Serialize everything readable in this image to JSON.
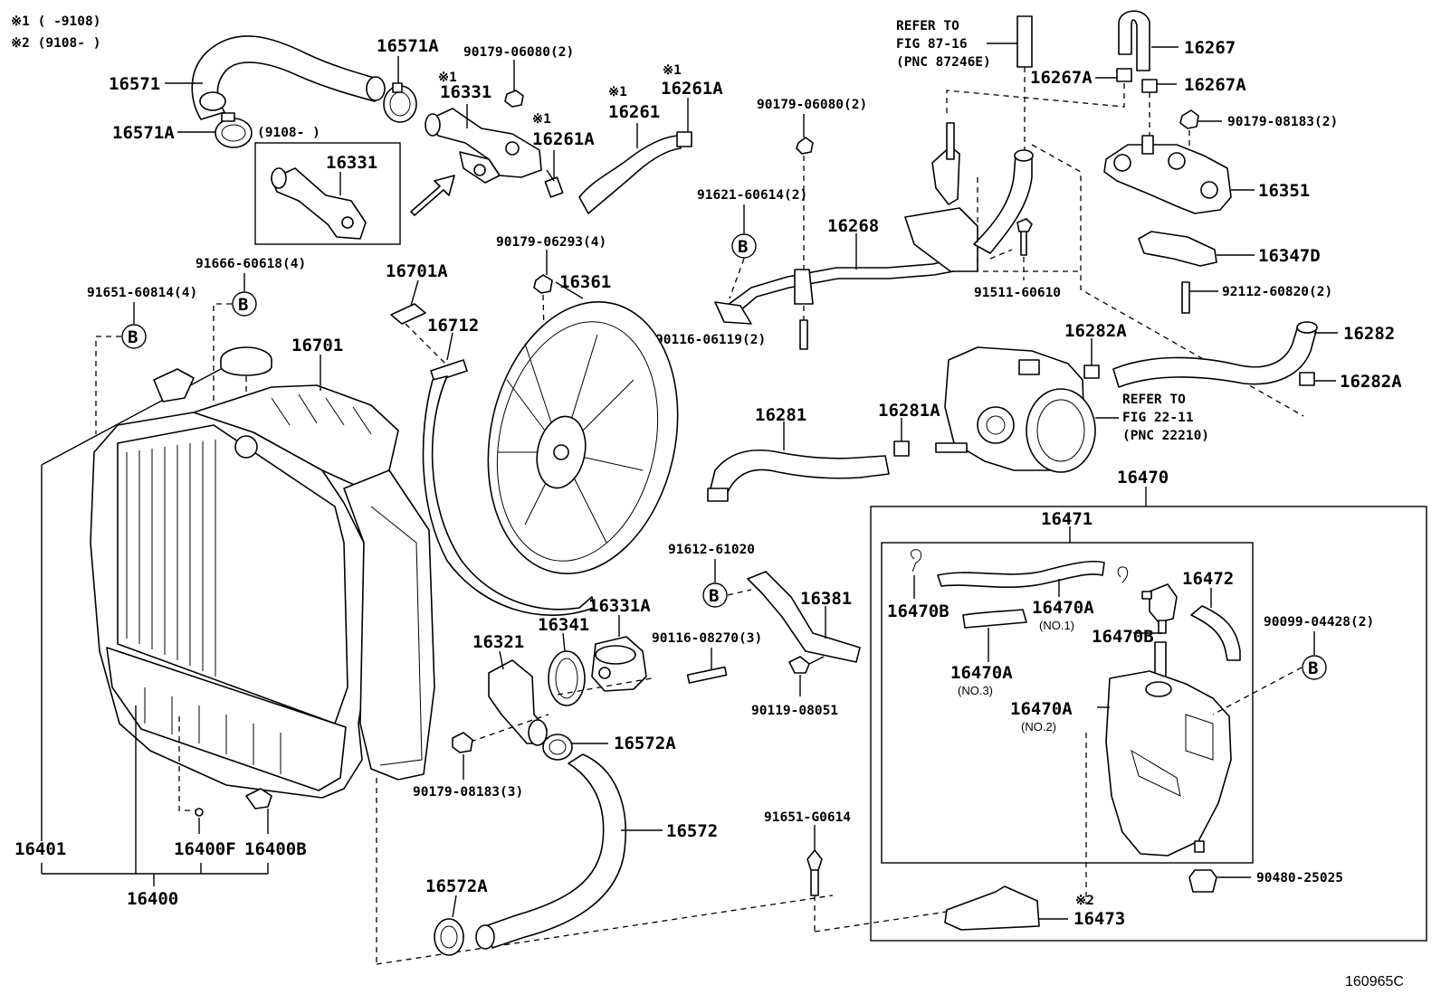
{
  "notes": {
    "n1": "※1 (     -9108)",
    "n2": "※2 (9108-     )"
  },
  "labels": {
    "p16571": "16571",
    "p16571A_top": "16571A",
    "p16571A_left": "16571A",
    "p9108": "(9108-     )",
    "p16331_main": "16331",
    "p16331_inset": "16331",
    "mark_16331": "※1",
    "p90179_06080_a": "90179-06080(2)",
    "mark_16261A_left": "※1",
    "p16261A_left": "16261A",
    "mark_16261": "※1",
    "p16261": "16261",
    "mark_16261A_right": "※1",
    "p16261A_right": "16261A",
    "refer_87_l1": "REFER TO",
    "refer_87_l2": "FIG 87-16",
    "refer_87_l3": "(PNC 87246E)",
    "p16267": "16267",
    "p16267A_left": "16267A",
    "p16267A_right": "16267A",
    "p90179_08183_2": "90179-08183(2)",
    "p16351": "16351",
    "p90179_06080_b": "90179-06080(2)",
    "p91621_60614": "91621-60614(2)",
    "p16268": "16268",
    "p16347D": "16347D",
    "p91511_60610": "91511-60610",
    "p92112_60820": "92112-60820(2)",
    "p90116_06119": "90116-06119(2)",
    "p16282A_top": "16282A",
    "p16282": "16282",
    "p16282A_right": "16282A",
    "refer_22_l1": "REFER TO",
    "refer_22_l2": "FIG 22-11",
    "refer_22_l3": "(PNC 22210)",
    "p16281": "16281",
    "p16281A": "16281A",
    "p91666_60618": "91666-60618(4)",
    "p91651_60814": "91651-60814(4)",
    "p16701A": "16701A",
    "p16712": "16712",
    "p90179_06293": "90179-06293(4)",
    "p16361": "16361",
    "p16701": "16701",
    "p16470": "16470",
    "p16471": "16471",
    "p16472": "16472",
    "p16470B_left": "16470B",
    "p16470A_no1": "16470A",
    "no1": "(NO.1)",
    "p16470B_right": "16470B",
    "p90099_04428": "90099-04428(2)",
    "p16470A_no3": "16470A",
    "no3": "(NO.3)",
    "p16470A_no2": "16470A",
    "no2": "(NO.2)",
    "p91612_61020": "91612-61020",
    "p16381": "16381",
    "p90119_08051": "90119-08051",
    "p16341": "16341",
    "p16331A": "16331A",
    "p90116_08270": "90116-08270(3)",
    "p16321": "16321",
    "p16572A_top": "16572A",
    "p90179_08183_3": "90179-08183(3)",
    "p16572": "16572",
    "p16572A_bottom": "16572A",
    "p91651_G0614": "91651-G0614",
    "p90480_25025": "90480-25025",
    "mark_16473": "※2",
    "p16473": "16473",
    "p16401": "16401",
    "p16400F": "16400F",
    "p16400B": "16400B",
    "p16400": "16400",
    "ref_b": "B",
    "figure_id": "160965C"
  }
}
